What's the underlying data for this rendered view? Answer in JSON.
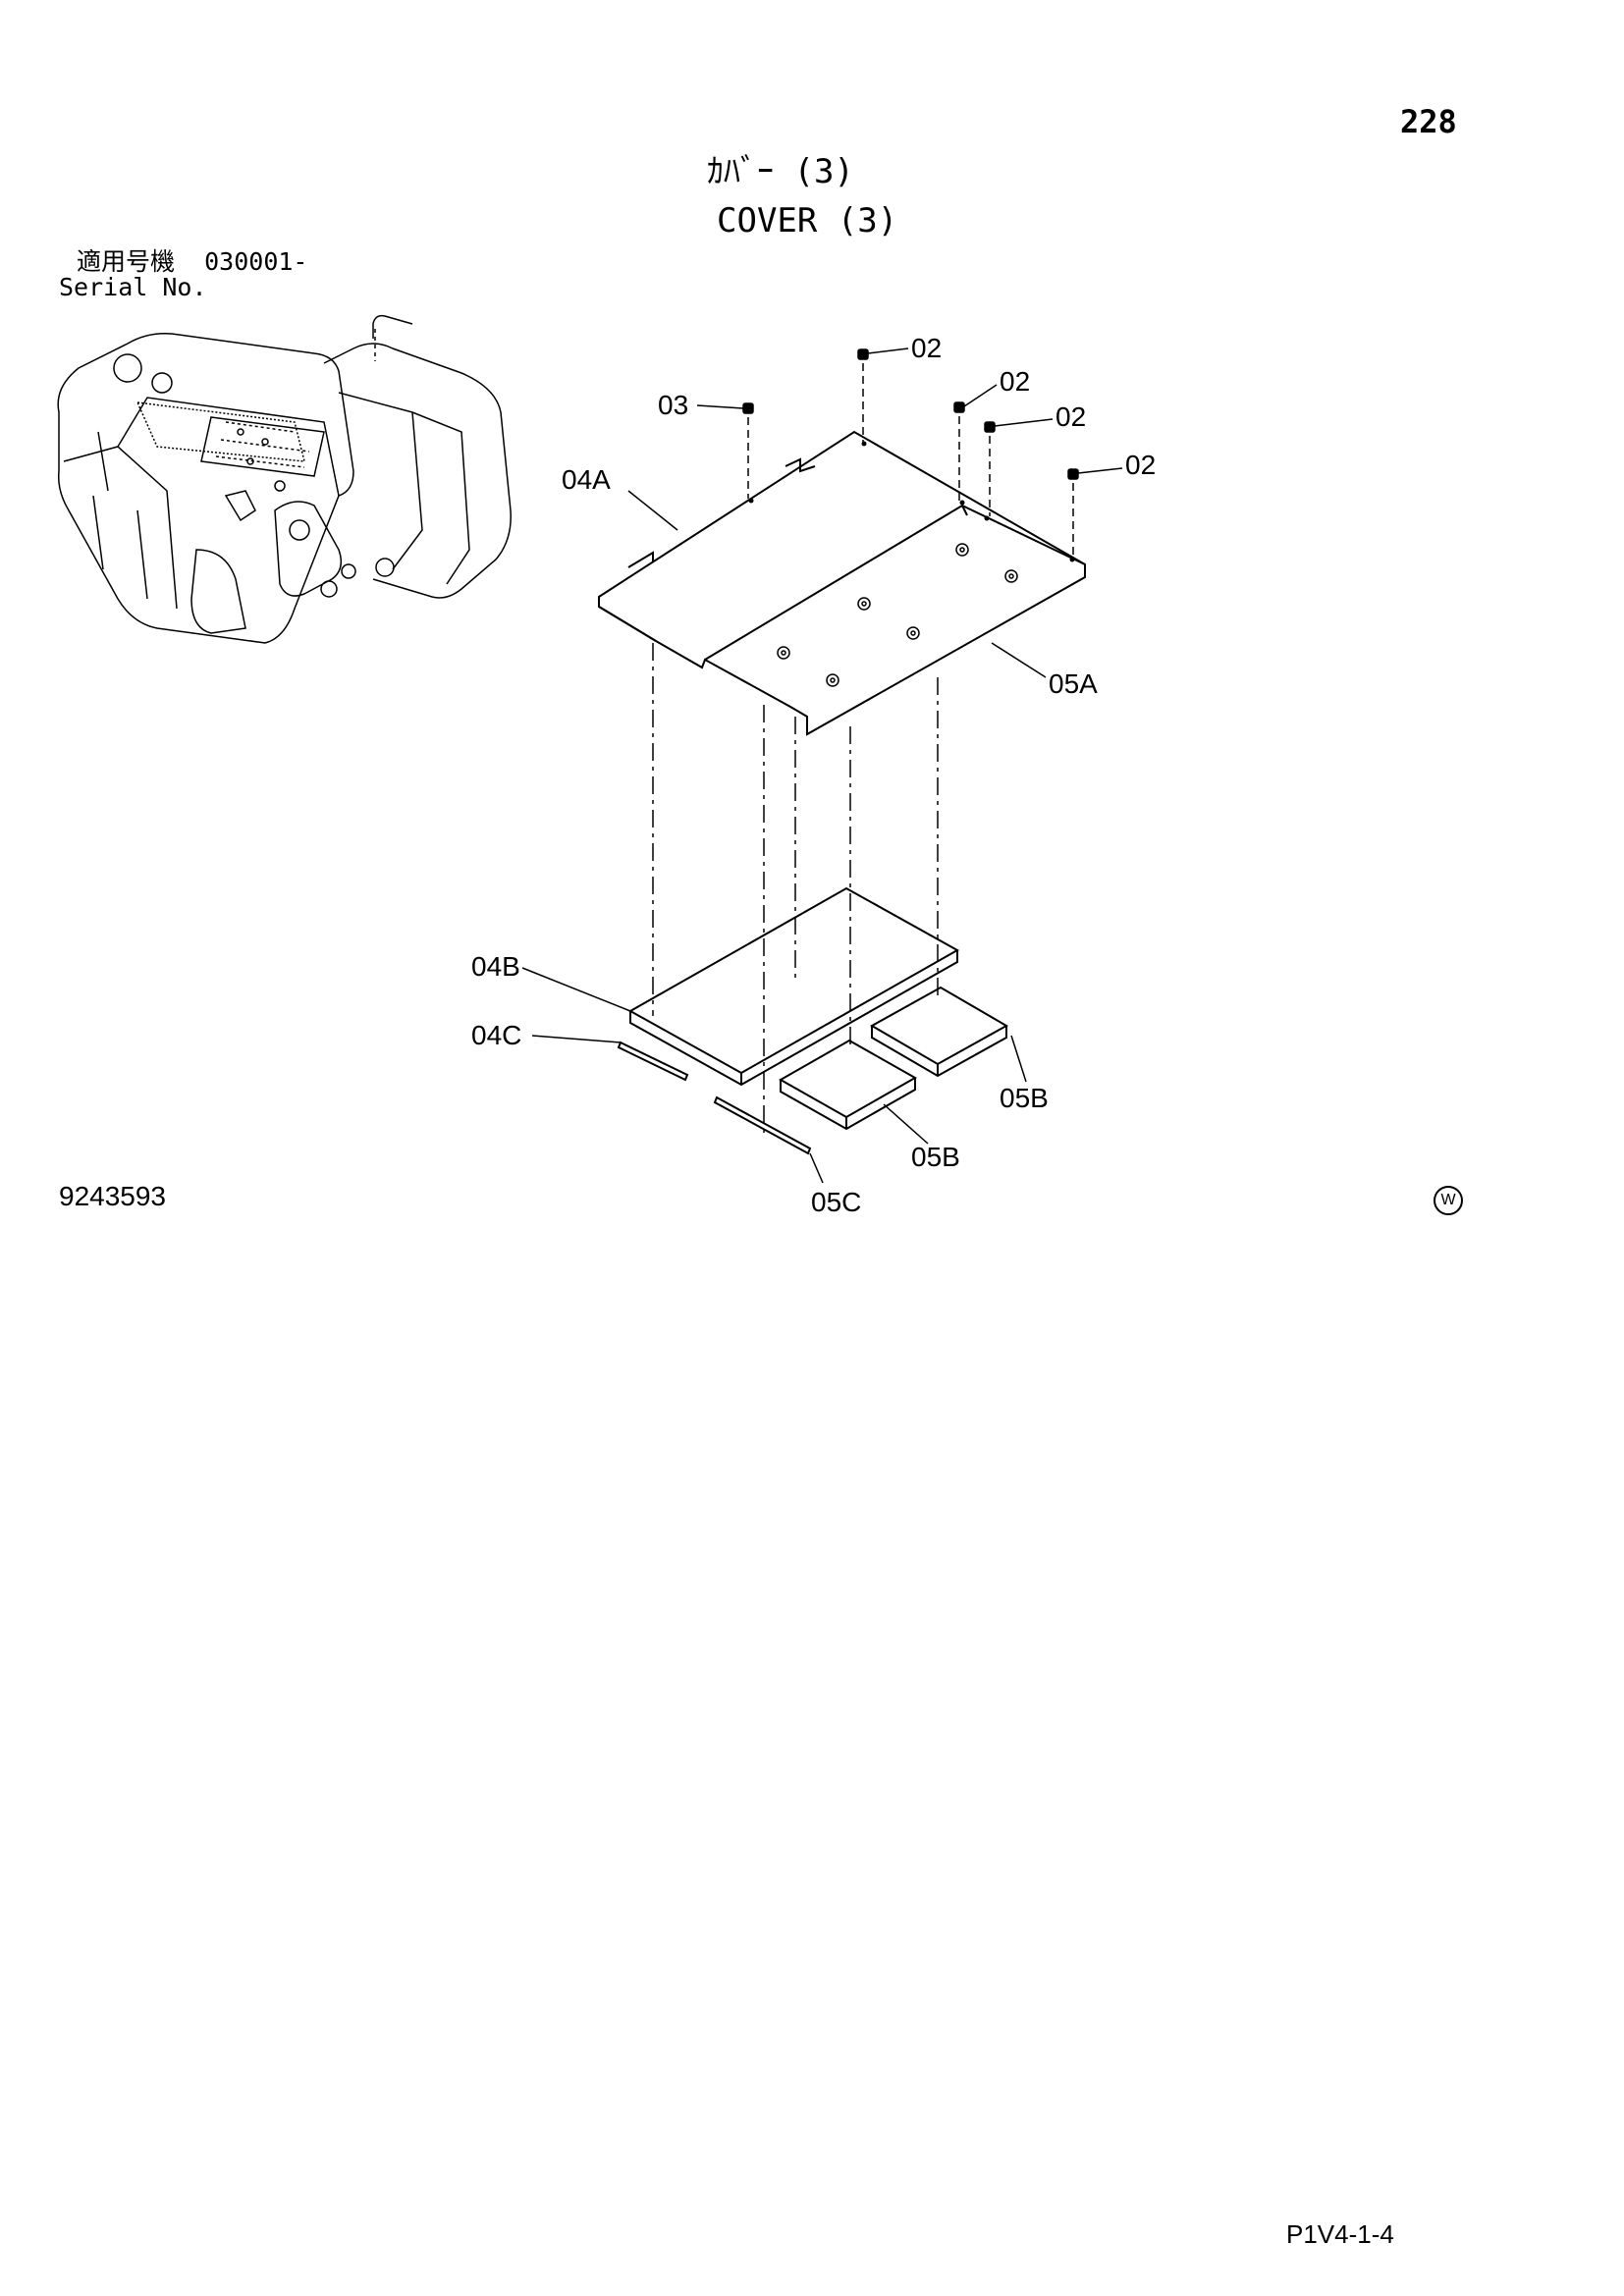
{
  "page_number": "228",
  "title": {
    "japanese": "ｶﾊﾞｰ (3)",
    "english": "COVER (3)"
  },
  "serial": {
    "label_jp": "適用号機",
    "value": "030001-",
    "label_en": "Serial No."
  },
  "drawing_number": "9243593",
  "footer_code": "P1V4-1-4",
  "symbol_mark": "W",
  "callouts": {
    "c02_a": "02",
    "c02_b": "02",
    "c02_c": "02",
    "c02_d": "02",
    "c03": "03",
    "c04a": "04A",
    "c05a": "05A",
    "c04b": "04B",
    "c04c": "04C",
    "c05b_a": "05B",
    "c05b_b": "05B",
    "c05c": "05C"
  }
}
